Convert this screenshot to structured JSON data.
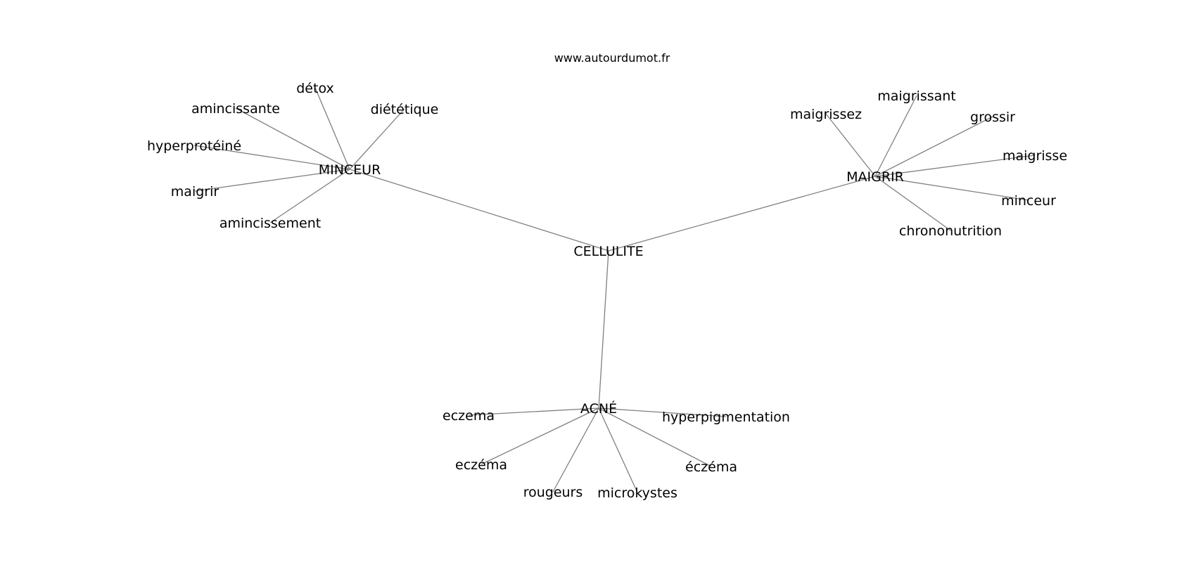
{
  "source": "www.autourdumot.fr",
  "colors": {
    "edge": "#808080",
    "text": "#000000",
    "background": "#ffffff"
  },
  "nodes": [
    {
      "id": "cellulite",
      "label": "CELLULITE"
    },
    {
      "id": "minceur_hub",
      "label": "MINCEUR"
    },
    {
      "id": "maigrir_hub",
      "label": "MAIGRIR"
    },
    {
      "id": "acne",
      "label": "ACNÉ"
    },
    {
      "id": "detox",
      "label": "détox"
    },
    {
      "id": "dietetique",
      "label": "diététique"
    },
    {
      "id": "amincissante",
      "label": "amincissante"
    },
    {
      "id": "hyperproteine",
      "label": "hyperprotéiné"
    },
    {
      "id": "maigrir_leaf",
      "label": "maigrir"
    },
    {
      "id": "amincissement",
      "label": "amincissement"
    },
    {
      "id": "maigrissez",
      "label": "maigrissez"
    },
    {
      "id": "maigrissant",
      "label": "maigrissant"
    },
    {
      "id": "grossir",
      "label": "grossir"
    },
    {
      "id": "maigrisse",
      "label": "maigrisse"
    },
    {
      "id": "minceur_leaf",
      "label": "minceur"
    },
    {
      "id": "chrononutrition",
      "label": "chrononutrition"
    },
    {
      "id": "eczema",
      "label": "eczema"
    },
    {
      "id": "eczema_accent",
      "label": "eczéma"
    },
    {
      "id": "rougeurs",
      "label": "rougeurs"
    },
    {
      "id": "microkystes",
      "label": "microkystes"
    },
    {
      "id": "eczema_double",
      "label": "éczéma"
    },
    {
      "id": "hyperpigmentation",
      "label": "hyperpigmentation"
    }
  ],
  "edges": [
    [
      "cellulite",
      "minceur_hub"
    ],
    [
      "cellulite",
      "maigrir_hub"
    ],
    [
      "cellulite",
      "acne"
    ],
    [
      "minceur_hub",
      "detox"
    ],
    [
      "minceur_hub",
      "dietetique"
    ],
    [
      "minceur_hub",
      "amincissante"
    ],
    [
      "minceur_hub",
      "hyperproteine"
    ],
    [
      "minceur_hub",
      "maigrir_leaf"
    ],
    [
      "minceur_hub",
      "amincissement"
    ],
    [
      "maigrir_hub",
      "maigrissez"
    ],
    [
      "maigrir_hub",
      "maigrissant"
    ],
    [
      "maigrir_hub",
      "grossir"
    ],
    [
      "maigrir_hub",
      "maigrisse"
    ],
    [
      "maigrir_hub",
      "minceur_leaf"
    ],
    [
      "maigrir_hub",
      "chrononutrition"
    ],
    [
      "acne",
      "eczema"
    ],
    [
      "acne",
      "eczema_accent"
    ],
    [
      "acne",
      "rougeurs"
    ],
    [
      "acne",
      "microkystes"
    ],
    [
      "acne",
      "eczema_double"
    ],
    [
      "acne",
      "hyperpigmentation"
    ]
  ]
}
